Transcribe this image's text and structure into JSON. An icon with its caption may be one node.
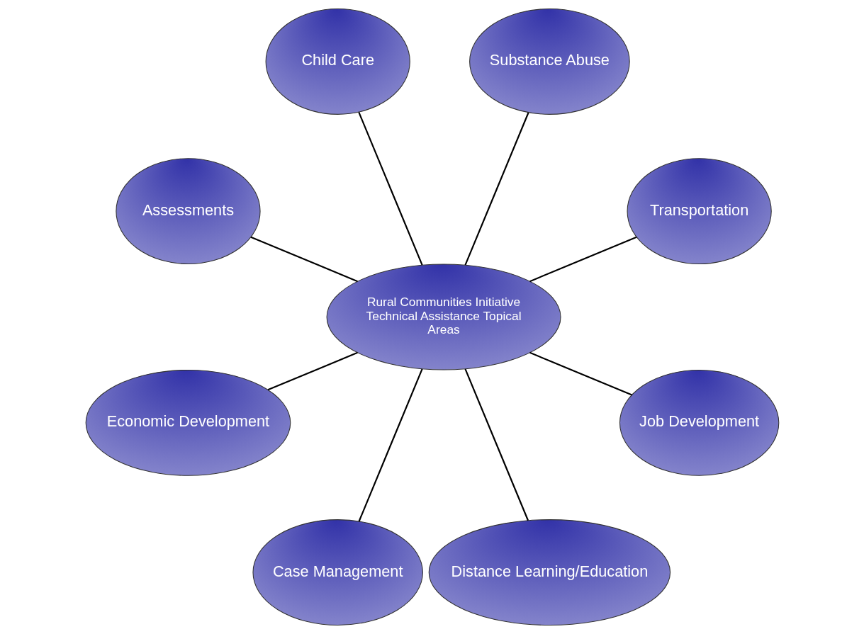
{
  "diagram": {
    "nodes": [
      {
        "text": [
          "Transportation"
        ]
      },
      {
        "text": [
          "Substance Abuse"
        ]
      },
      {
        "text": [
          "Child Care"
        ]
      },
      {
        "text": [
          "Assessments"
        ]
      },
      {
        "text": [
          "Rural Communities Initiative Technical Assistance Topical Areas"
        ]
      },
      {
        "text": [
          "Economic Development"
        ]
      },
      {
        "text": [
          "Case Management"
        ]
      },
      {
        "text": [
          "Distance Learning/Education"
        ]
      },
      {
        "text": [
          "Job Development"
        ]
      }
    ],
    "edges": [
      {
        "from": 4,
        "to": 0,
        "arrow": "none"
      },
      {
        "from": 4,
        "to": 2,
        "arrow": "none"
      },
      {
        "from": 4,
        "to": 5,
        "arrow": "none"
      },
      {
        "from": 4,
        "to": 7,
        "arrow": "none"
      },
      {
        "from": 4,
        "to": 8,
        "arrow": "none"
      },
      {
        "from": 4,
        "to": 6,
        "arrow": "none"
      },
      {
        "from": 4,
        "to": 3,
        "arrow": "none"
      },
      {
        "from": 4,
        "to": 1,
        "arrow": "none"
      }
    ]
  }
}
